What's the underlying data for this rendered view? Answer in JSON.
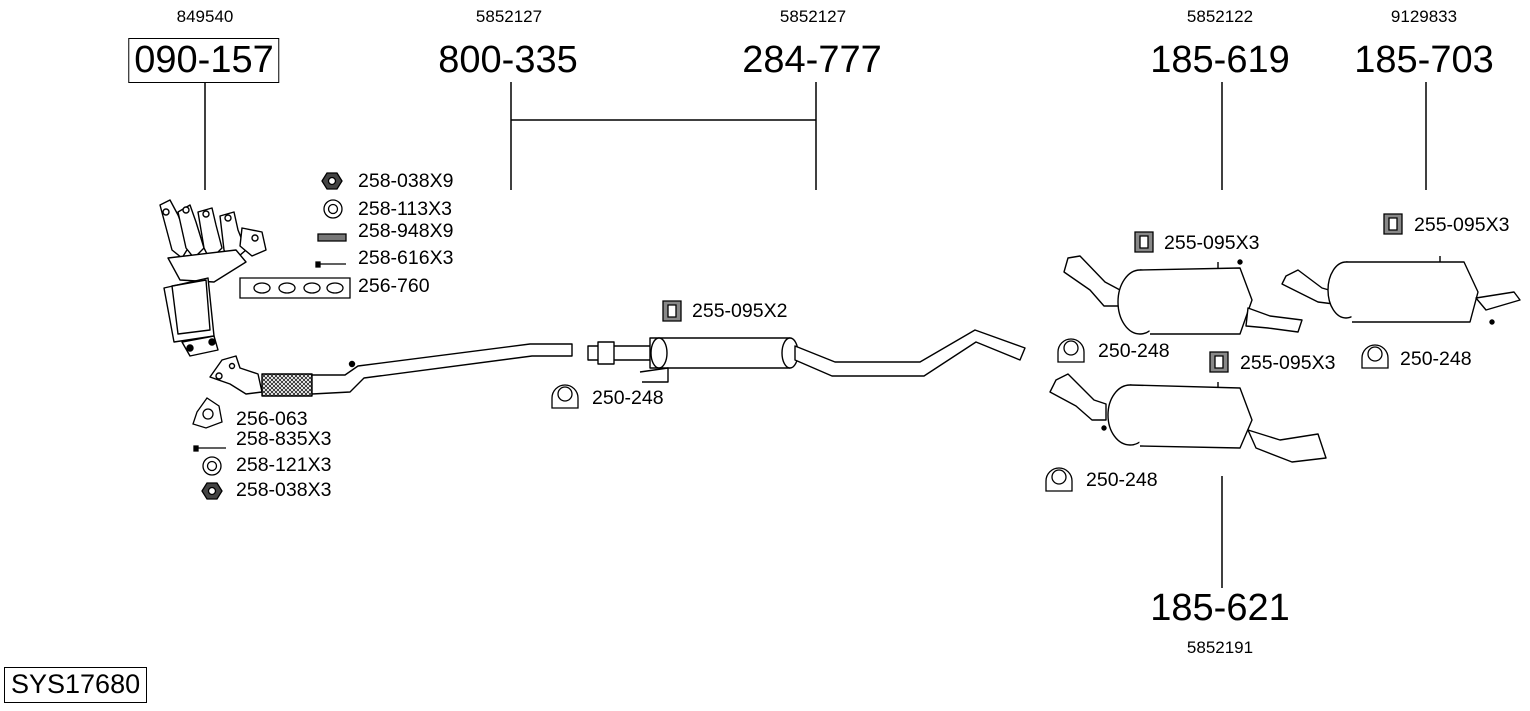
{
  "system_code": "SYS17680",
  "parts": [
    {
      "part_no": "090-157",
      "oem": "849540",
      "boxed": true
    },
    {
      "part_no": "800-335",
      "oem": "5852127"
    },
    {
      "part_no": "284-777",
      "oem": "5852127"
    },
    {
      "part_no": "185-619",
      "oem": "5852122"
    },
    {
      "part_no": "185-703",
      "oem": "9129833"
    },
    {
      "part_no": "185-621",
      "oem": "5852191"
    }
  ],
  "hardware_group_manifold": [
    {
      "label": "258-038X9",
      "icon": "hex-nut-icon"
    },
    {
      "label": "258-113X3",
      "icon": "washer-ring-icon"
    },
    {
      "label": "258-948X9",
      "icon": "stud-bolt-icon"
    },
    {
      "label": "258-616X3",
      "icon": "bolt-icon"
    },
    {
      "label": "256-760",
      "icon": "manifold-gasket-icon"
    }
  ],
  "hardware_group_downpipe": [
    {
      "label": "256-063",
      "icon": "flange-gasket-icon"
    },
    {
      "label": "258-835X3",
      "icon": "bolt-icon"
    },
    {
      "label": "258-121X3",
      "icon": "washer-ring-icon"
    },
    {
      "label": "258-038X3",
      "icon": "hex-nut-icon"
    }
  ],
  "hardware_mid": [
    {
      "label": "255-095X2",
      "icon": "rubber-hanger-icon"
    },
    {
      "label": "250-248",
      "icon": "clamp-icon"
    }
  ],
  "hardware_rear": [
    {
      "label": "255-095X3",
      "icon": "rubber-hanger-icon"
    },
    {
      "label": "250-248",
      "icon": "clamp-icon"
    },
    {
      "label": "255-095X3",
      "icon": "rubber-hanger-icon"
    },
    {
      "label": "250-248",
      "icon": "clamp-icon"
    },
    {
      "label": "255-095X3",
      "icon": "rubber-hanger-icon"
    },
    {
      "label": "250-248",
      "icon": "clamp-icon"
    }
  ]
}
